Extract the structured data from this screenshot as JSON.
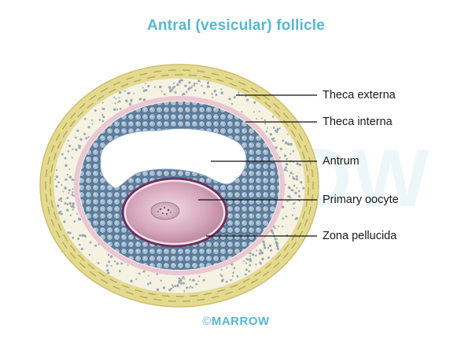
{
  "title": "Antral (vesicular) follicle",
  "labels": {
    "theca_externa": "Theca externa",
    "theca_interna": "Theca interna",
    "antrum": "Antrum",
    "primary_oocyte": "Primary oocyte",
    "zona_pellucida": "Zona pellucida"
  },
  "credit": {
    "symbol": "©",
    "text": "MARROW"
  },
  "watermark": "MARROW",
  "colors": {
    "title": "#56b7d3",
    "theca_externa": "#e3d98a",
    "theca_interna": "#f4f1de",
    "granulosa": "#6d8fae",
    "antrum": "#ffffff",
    "oocyte": "#d8b0c2",
    "zona_pellucida": "#7a3a66"
  }
}
